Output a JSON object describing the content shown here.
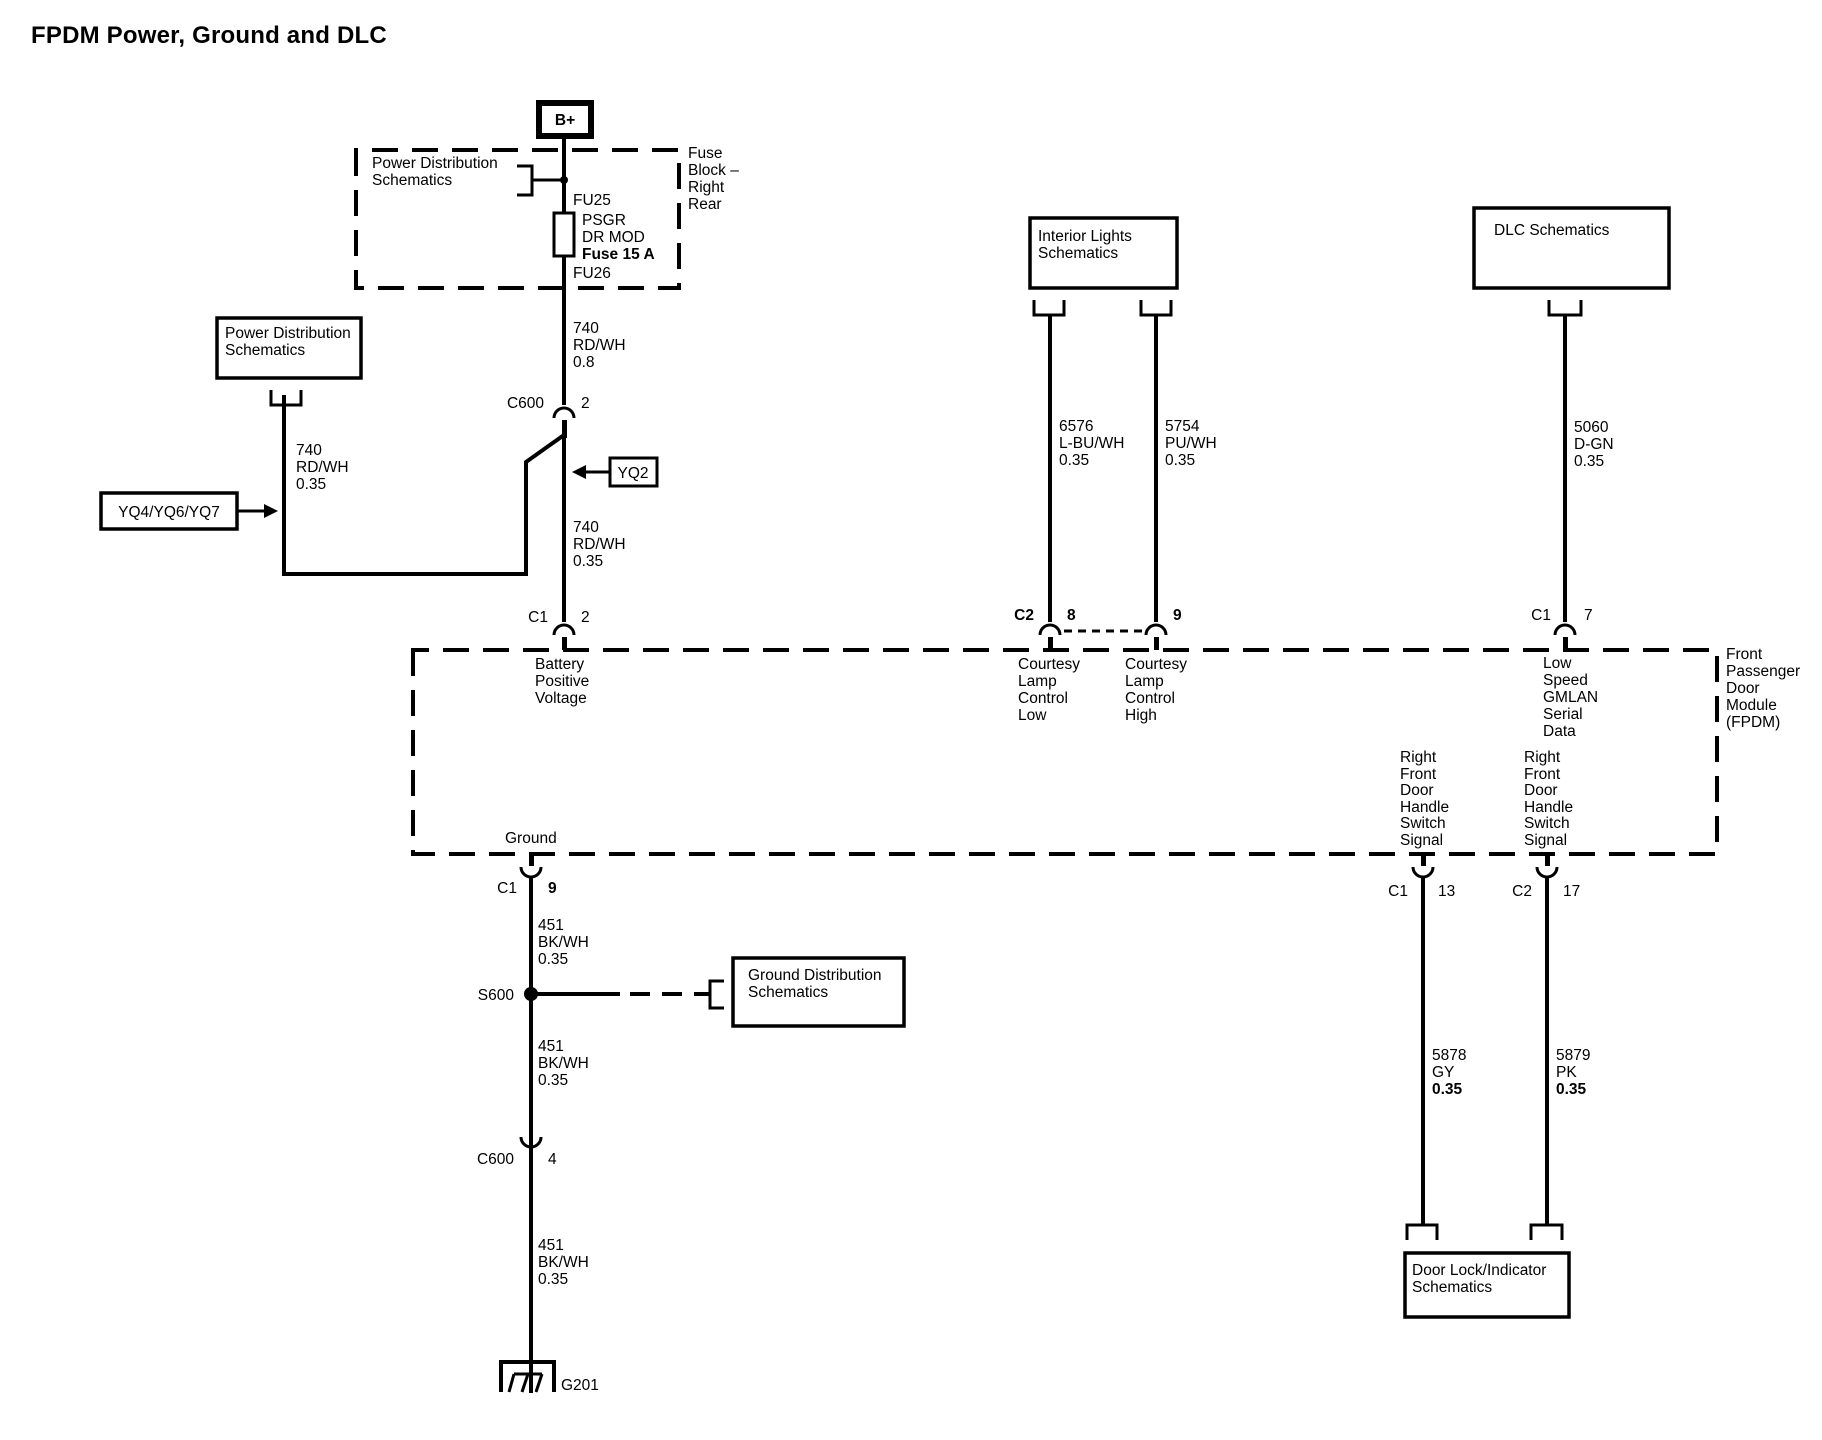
{
  "title": "FPDM Power, Ground and DLC",
  "power_source": {
    "label": "B+"
  },
  "fuse_block": {
    "name_lines": [
      "Fuse",
      "Block –",
      "Right",
      "Rear"
    ],
    "ref_box_lines": [
      "Power Distribution",
      "Schematics"
    ],
    "fuse_in": "FU25",
    "fuse_label_lines": [
      "PSGR",
      "DR MOD",
      "Fuse 15 A"
    ],
    "fuse_out": "FU26"
  },
  "ref_boxes": {
    "power_distribution": [
      "Power Distribution",
      "Schematics"
    ],
    "interior_lights": [
      "Interior Lights",
      "Schematics"
    ],
    "dlc": [
      "DLC Schematics"
    ],
    "ground_distribution": [
      "Ground Distribution",
      "Schematics"
    ],
    "door_lock": [
      "Door Lock/Indicator",
      "Schematics"
    ]
  },
  "option_tags": {
    "left": "YQ4/YQ6/YQ7",
    "right": "YQ2"
  },
  "wires": {
    "w740_top": [
      "740",
      "RD/WH",
      "0.8"
    ],
    "w740_left": [
      "740",
      "RD/WH",
      "0.35"
    ],
    "w740_bottom": [
      "740",
      "RD/WH",
      "0.35"
    ],
    "w6576": [
      "6576",
      "L-BU/WH",
      "0.35"
    ],
    "w5754": [
      "5754",
      "PU/WH",
      "0.35"
    ],
    "w5060": [
      "5060",
      "D-GN",
      "0.35"
    ],
    "w451_a": [
      "451",
      "BK/WH",
      "0.35"
    ],
    "w451_b": [
      "451",
      "BK/WH",
      "0.35"
    ],
    "w451_c": [
      "451",
      "BK/WH",
      "0.35"
    ],
    "w5878": [
      "5878",
      "GY",
      "0.35"
    ],
    "w5879": [
      "5879",
      "PK",
      "0.35"
    ]
  },
  "connectors": {
    "c600_top": {
      "name": "C600",
      "pin": "2"
    },
    "c1_batt": {
      "name": "C1",
      "pin": "2"
    },
    "c2_low": {
      "name": "C2",
      "pin": "8"
    },
    "c2_high": {
      "pin": "9"
    },
    "c1_dlc": {
      "name": "C1",
      "pin": "7"
    },
    "c1_gnd": {
      "name": "C1",
      "pin": "9"
    },
    "c1_rf1": {
      "name": "C1",
      "pin": "13"
    },
    "c2_rf2": {
      "name": "C2",
      "pin": "17"
    },
    "c600_bottom": {
      "name": "C600",
      "pin": "4"
    }
  },
  "splice": "S600",
  "ground_point": "G201",
  "module": {
    "name_lines": [
      "Front",
      "Passenger",
      "Door",
      "Module",
      "(FPDM)"
    ],
    "pins": {
      "battery": [
        "Battery",
        "Positive",
        "Voltage"
      ],
      "courtesy_low": [
        "Courtesy",
        "Lamp",
        "Control",
        "Low"
      ],
      "courtesy_high": [
        "Courtesy",
        "Lamp",
        "Control",
        "High"
      ],
      "gmlan": [
        "Low",
        "Speed",
        "GMLAN",
        "Serial",
        "Data"
      ],
      "ground": [
        "Ground"
      ],
      "rf_handle_1": [
        "Right",
        "Front",
        "Door",
        "Handle",
        "Switch",
        "Signal"
      ],
      "rf_handle_2": [
        "Right",
        "Front",
        "Door",
        "Handle",
        "Switch",
        "Signal"
      ]
    }
  }
}
